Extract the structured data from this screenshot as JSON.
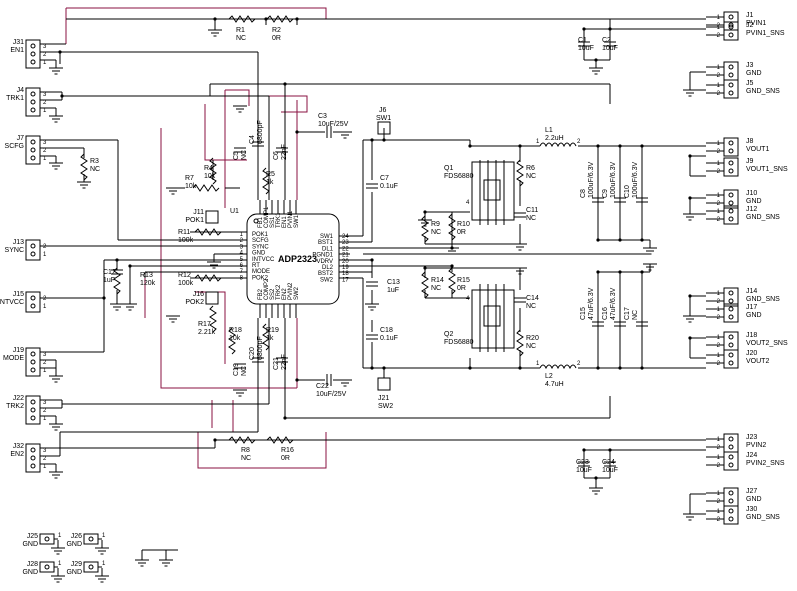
{
  "ic": {
    "ref": "U1",
    "part": "ADP2323",
    "left_pins": [
      {
        "n": "1",
        "name": "POK1"
      },
      {
        "n": "2",
        "name": "SCFG"
      },
      {
        "n": "3",
        "name": "SYNC"
      },
      {
        "n": "4",
        "name": "GND"
      },
      {
        "n": "5",
        "name": "INTVCC"
      },
      {
        "n": "6",
        "name": "RT"
      },
      {
        "n": "7",
        "name": "MODE"
      },
      {
        "n": "8",
        "name": "POK2"
      }
    ],
    "right_pins": [
      {
        "n": "24",
        "name": "SW1"
      },
      {
        "n": "23",
        "name": "BST1"
      },
      {
        "n": "22",
        "name": "DL1"
      },
      {
        "n": "21",
        "name": "PGND1"
      },
      {
        "n": "20",
        "name": "VDRV"
      },
      {
        "n": "19",
        "name": "DL2"
      },
      {
        "n": "18",
        "name": "BST2"
      },
      {
        "n": "17",
        "name": "SW2"
      }
    ],
    "top_pins": [
      "FB1",
      "COMP1",
      "SS1",
      "TRK1",
      "EN1",
      "PVIN1",
      "SW1"
    ],
    "bottom_pins": [
      "FB2",
      "COMP2",
      "SS2",
      "TRK2",
      "EN2",
      "PVIN2",
      "SW2"
    ]
  },
  "connectors": [
    {
      "ref": "J1",
      "label": "PVIN1"
    },
    {
      "ref": "J2",
      "label": "PVIN1_SNS"
    },
    {
      "ref": "J3",
      "label": "GND"
    },
    {
      "ref": "J5",
      "label": "GND_SNS"
    },
    {
      "ref": "J8",
      "label": "VOUT1"
    },
    {
      "ref": "J9",
      "label": "VOUT1_SNS"
    },
    {
      "ref": "J10",
      "label": "GND"
    },
    {
      "ref": "J12",
      "label": "GND_SNS"
    },
    {
      "ref": "J14",
      "label": "GND_SNS"
    },
    {
      "ref": "J17",
      "label": "GND"
    },
    {
      "ref": "J18",
      "label": "VOUT2_SNS"
    },
    {
      "ref": "J20",
      "label": "VOUT2"
    },
    {
      "ref": "J23",
      "label": "PVIN2"
    },
    {
      "ref": "J24",
      "label": "PVIN2_SNS"
    },
    {
      "ref": "J27",
      "label": "GND"
    },
    {
      "ref": "J30",
      "label": "GND_SNS"
    }
  ],
  "left_connectors": [
    {
      "ref": "J31",
      "label": "EN1"
    },
    {
      "ref": "J4",
      "label": "TRK1"
    },
    {
      "ref": "J7",
      "label": "SCFG"
    },
    {
      "ref": "J13",
      "label": "SYNC"
    },
    {
      "ref": "J15",
      "label": "INTVCC"
    },
    {
      "ref": "J19",
      "label": "MODE"
    },
    {
      "ref": "J22",
      "label": "TRK2"
    },
    {
      "ref": "J32",
      "label": "EN2"
    }
  ],
  "gnd_connectors": [
    {
      "ref": "J25",
      "label": "GND"
    },
    {
      "ref": "J26",
      "label": "GND"
    },
    {
      "ref": "J28",
      "label": "GND"
    },
    {
      "ref": "J29",
      "label": "GND"
    }
  ],
  "test_points": [
    {
      "ref": "J11",
      "label": "POK1"
    },
    {
      "ref": "J16",
      "label": "POK2"
    },
    {
      "ref": "J6",
      "label": "SW1"
    },
    {
      "ref": "J21",
      "label": "SW2"
    }
  ],
  "resistors": [
    {
      "ref": "R1",
      "val": "NC"
    },
    {
      "ref": "R2",
      "val": "0R"
    },
    {
      "ref": "R3",
      "val": "NC"
    },
    {
      "ref": "R4",
      "val": "10k"
    },
    {
      "ref": "R7",
      "val": "10k"
    },
    {
      "ref": "R11",
      "val": "100k"
    },
    {
      "ref": "R12",
      "val": "100k"
    },
    {
      "ref": "R13",
      "val": "120k"
    },
    {
      "ref": "R17",
      "val": "2.21k"
    },
    {
      "ref": "R18",
      "val": "10k"
    },
    {
      "ref": "R8",
      "val": "NC"
    },
    {
      "ref": "R16",
      "val": "0R"
    },
    {
      "ref": "R9",
      "val": "NC"
    },
    {
      "ref": "R10",
      "val": "0R"
    },
    {
      "ref": "R14",
      "val": "NC"
    },
    {
      "ref": "R15",
      "val": "0R"
    },
    {
      "ref": "R6",
      "val": "NC"
    },
    {
      "ref": "R20",
      "val": "NC"
    },
    {
      "ref": "R5",
      "val": "1k"
    },
    {
      "ref": "R19",
      "val": "1k"
    }
  ],
  "capacitors": [
    {
      "ref": "C1",
      "val": "10uF"
    },
    {
      "ref": "C2",
      "val": "10uF"
    },
    {
      "ref": "C3",
      "val": "10uF/25V"
    },
    {
      "ref": "C7",
      "val": "0.1uF"
    },
    {
      "ref": "C12",
      "val": "1uF"
    },
    {
      "ref": "C13",
      "val": "1uF"
    },
    {
      "ref": "C18",
      "val": "0.1uF"
    },
    {
      "ref": "C22",
      "val": "10uF/25V"
    },
    {
      "ref": "C8",
      "val": "100uF/6.3V"
    },
    {
      "ref": "C9",
      "val": "100uF/6.3V"
    },
    {
      "ref": "C10",
      "val": "100uF/6.3V"
    },
    {
      "ref": "C11",
      "val": "NC"
    },
    {
      "ref": "C14",
      "val": "NC"
    },
    {
      "ref": "C15",
      "val": "47uF/6.3V"
    },
    {
      "ref": "C16",
      "val": "47uF/6.3V"
    },
    {
      "ref": "C17",
      "val": "NC"
    },
    {
      "ref": "C23",
      "val": "10uF"
    },
    {
      "ref": "C24",
      "val": "10uF"
    },
    {
      "ref": "C5",
      "val": "NC"
    },
    {
      "ref": "C4",
      "val": "6800pF"
    },
    {
      "ref": "C6",
      "val": "22nF"
    },
    {
      "ref": "C19",
      "val": "NC"
    },
    {
      "ref": "C20",
      "val": "6800pF"
    },
    {
      "ref": "C21",
      "val": "22nF"
    }
  ],
  "inductors": [
    {
      "ref": "L1",
      "val": "2.2uH"
    },
    {
      "ref": "L2",
      "val": "4.7uH"
    }
  ],
  "mosfets": [
    {
      "ref": "Q1",
      "val": "FDS6880"
    },
    {
      "ref": "Q2",
      "val": "FDS6880"
    }
  ],
  "colors": {
    "wire": "#000000",
    "net_highlight": "#8a1040",
    "background": "#ffffff"
  }
}
